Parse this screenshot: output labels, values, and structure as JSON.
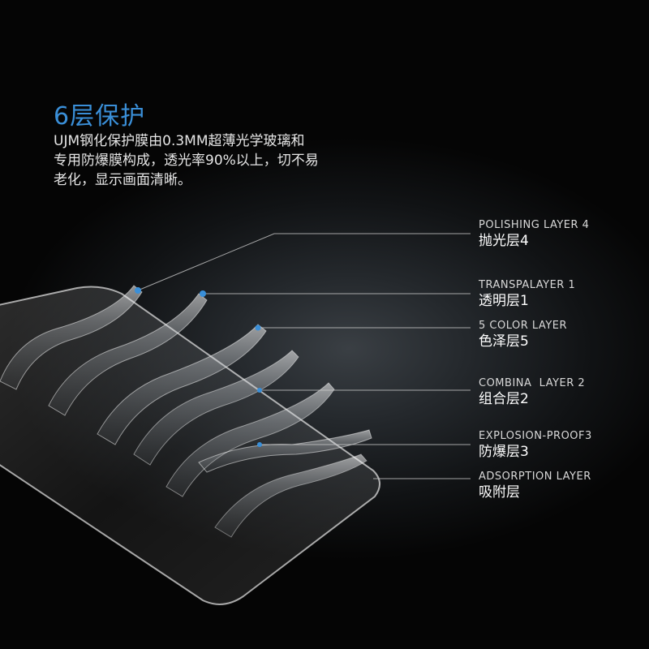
{
  "header": {
    "title": "6层保护",
    "description_lines": [
      "UJM钢化保护膜由0.3MM超薄光学玻璃和",
      "专用防爆膜构成，透光率90%以上，切不易",
      "老化，显示画面清晰。"
    ]
  },
  "layers": [
    {
      "en": "POLISHING LAYER 4",
      "cn": "抛光层4"
    },
    {
      "en": "TRANSPALAYER 1",
      "cn": "透明层1"
    },
    {
      "en": "5 COLOR LAYER",
      "cn": "色泽层5"
    },
    {
      "en": "COMBINA  LAYER 2",
      "cn": "组合层2"
    },
    {
      "en": "EXPLOSION-PROOF3",
      "cn": "防爆层3"
    },
    {
      "en": "ADSORPTION LAYER",
      "cn": "吸附层"
    }
  ],
  "colors": {
    "accent": "#3a8fd8",
    "background": "#1a1d20",
    "text": "#ffffff"
  }
}
